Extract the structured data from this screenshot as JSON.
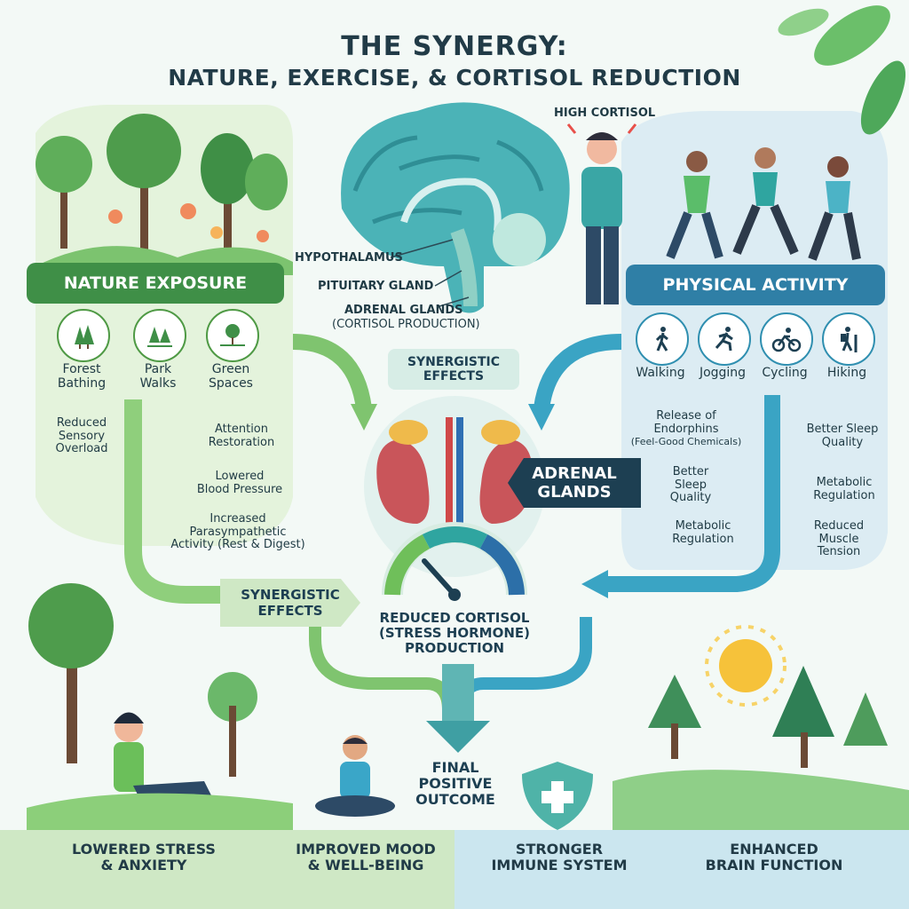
{
  "title": {
    "line1": "THE SYNERGY:",
    "line2": "NATURE, EXERCISE, & CORTISOL REDUCTION"
  },
  "brain_labels": {
    "high_cortisol": "HIGH CORTISOL",
    "hypothalamus": "HYPOTHALAMUS",
    "pituitary": "PITUITARY GLAND",
    "adrenal_1": "ADRENAL GLANDS",
    "adrenal_2": "(CORTISOL PRODUCTION)"
  },
  "nature": {
    "banner": "NATURE EXPOSURE",
    "items": [
      {
        "l1": "Forest",
        "l2": "Bathing",
        "icon": "forest-icon"
      },
      {
        "l1": "Park",
        "l2": "Walks",
        "icon": "park-icon"
      },
      {
        "l1": "Green",
        "l2": "Spaces",
        "icon": "green-space-icon"
      }
    ],
    "benefits": {
      "reduced_l1": "Reduced",
      "reduced_l2": "Sensory",
      "reduced_l3": "Overload",
      "attention_l1": "Attention",
      "attention_l2": "Restoration",
      "bp_l1": "Lowered",
      "bp_l2": "Blood Pressure",
      "para_l1": "Increased",
      "para_l2": "Parasympathetic",
      "para_l3": "Activity (Rest & Digest)"
    }
  },
  "activity": {
    "banner": "PHYSICAL ACTIVITY",
    "items": [
      {
        "label": "Walking",
        "icon": "walking-icon"
      },
      {
        "label": "Jogging",
        "icon": "jogging-icon"
      },
      {
        "label": "Cycling",
        "icon": "cycling-icon"
      },
      {
        "label": "Hiking",
        "icon": "hiking-icon"
      }
    ],
    "benefits": {
      "endo_l1": "Release of",
      "endo_l2": "Endorphins",
      "endo_l3": "(Feel-Good Chemicals)",
      "sleep_l1": "Better",
      "sleep_l2": "Sleep",
      "sleep_l3": "Quality",
      "metab_l1": "Metabolic",
      "metab_l2": "Regulation",
      "sleep2_l1": "Better Sleep",
      "sleep2_l2": "Quality",
      "metab2_l1": "Metabolic",
      "metab2_l2": "Regulation",
      "muscle_l1": "Reduced",
      "muscle_l2": "Muscle",
      "muscle_l3": "Tension"
    }
  },
  "center": {
    "synergy_top_l1": "SYNERGISTIC",
    "synergy_top_l2": "EFFECTS",
    "adrenal_l1": "ADRENAL",
    "adrenal_l2": "GLANDS",
    "synergy_left_l1": "SYNERGISTIC",
    "synergy_left_l2": "EFFECTS",
    "cortisol_l1": "REDUCED CORTISOL",
    "cortisol_l2": "(STRESS HORMONE)",
    "cortisol_l3": "PRODUCTION",
    "final_l1": "FINAL",
    "final_l2": "POSITIVE",
    "final_l3": "OUTCOME"
  },
  "outcomes": [
    {
      "l1": "LOWERED STRESS",
      "l2": "& ANXIETY"
    },
    {
      "l1": "IMPROVED MOOD",
      "l2": "& WELL-BEING"
    },
    {
      "l1": "STRONGER",
      "l2": "IMMUNE SYSTEM"
    },
    {
      "l1": "ENHANCED",
      "l2": "BRAIN FUNCTION"
    }
  ],
  "colors": {
    "green": "#4f9a45",
    "teal": "#2f8fb0",
    "navy": "#1d3f52",
    "sky": "#d6ecf3",
    "mint": "#e4f3dc"
  }
}
